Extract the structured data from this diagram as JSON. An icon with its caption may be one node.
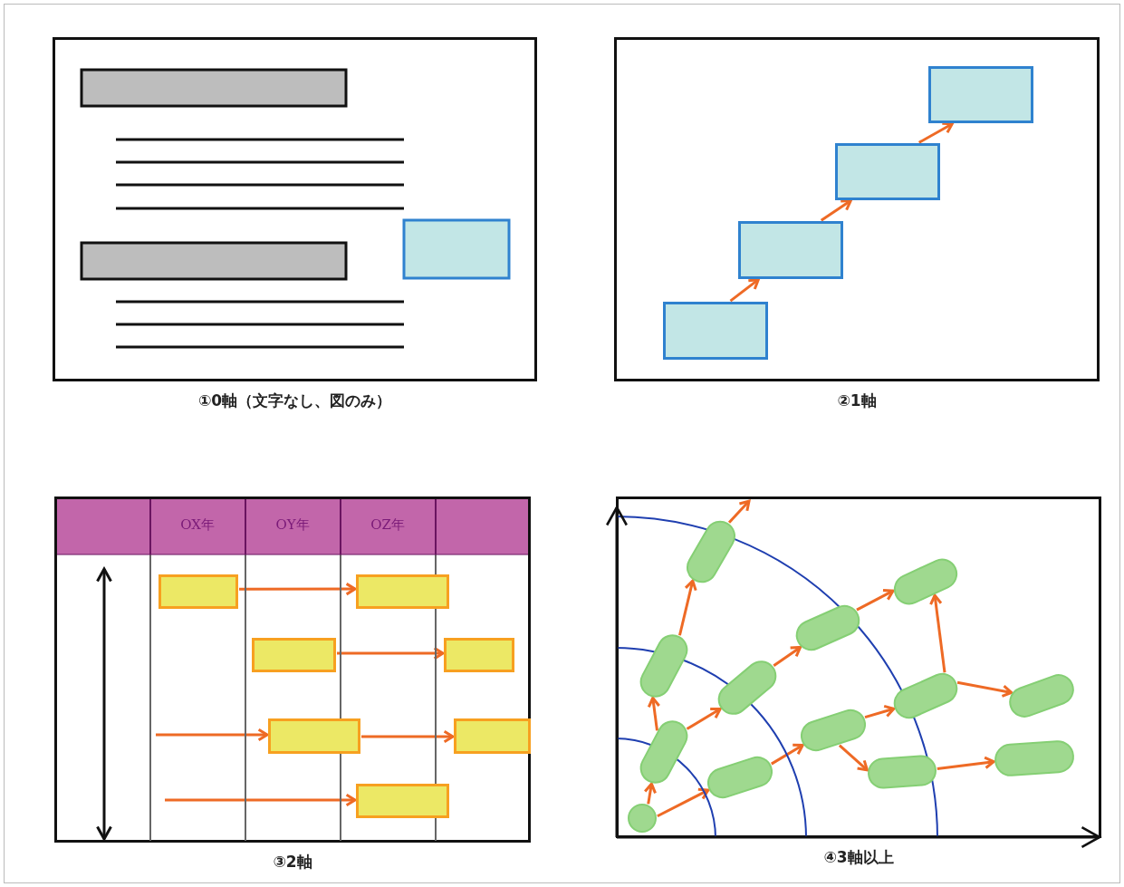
{
  "diagram": {
    "nodes": [
      {
        "text": [
          "①0軸（文字なし、図のみ）"
        ]
      },
      {
        "text": [
          "②1軸"
        ]
      },
      {
        "text": [],
        "shape": "box",
        "in": 1
      },
      {
        "text": [],
        "shape": "box",
        "in": 1
      },
      {
        "text": [],
        "shape": "box",
        "in": 1
      },
      {
        "text": [],
        "shape": "box",
        "in": 1
      },
      {
        "text": [
          "③2軸"
        ]
      },
      {
        "text": [],
        "shape": "box",
        "in": 6
      },
      {
        "text": [],
        "shape": "box",
        "in": 6
      },
      {
        "text": [],
        "shape": "box",
        "in": 6
      },
      {
        "text": [],
        "shape": "box",
        "in": 6
      },
      {
        "text": [],
        "shape": "box",
        "in": 6
      },
      {
        "text": [],
        "shape": "box",
        "in": 6
      },
      {
        "text": [],
        "shape": "box",
        "in": 6
      },
      {
        "text": [
          "④3軸以上"
        ]
      },
      {
        "text": [],
        "shape": "circle",
        "in": 14
      },
      {
        "text": [],
        "shape": "pill",
        "in": 14
      },
      {
        "text": [],
        "shape": "pill",
        "in": 14
      },
      {
        "text": [],
        "shape": "pill",
        "in": 14
      },
      {
        "text": [],
        "shape": "pill",
        "in": 14
      },
      {
        "text": [],
        "shape": "pill",
        "in": 14
      },
      {
        "text": [],
        "shape": "pill",
        "in": 14
      },
      {
        "text": [],
        "shape": "pill",
        "in": 14
      },
      {
        "text": [],
        "shape": "pill",
        "in": 14
      },
      {
        "text": [],
        "shape": "pill",
        "in": 14
      },
      {
        "text": [],
        "shape": "pill",
        "in": 14
      },
      {
        "text": [],
        "shape": "pill",
        "in": 14
      },
      {
        "text": [],
        "shape": "pill",
        "in": 14
      }
    ],
    "edges": [
      {
        "from": 2,
        "to": 3,
        "arrow": "to"
      },
      {
        "from": 3,
        "to": 4,
        "arrow": "to"
      },
      {
        "from": 4,
        "to": 5,
        "arrow": "to"
      },
      {
        "from": 7,
        "to": 8,
        "arrow": "to"
      },
      {
        "from": 9,
        "to": 10,
        "arrow": "to"
      },
      {
        "from": null,
        "to": 11,
        "arrow": "to"
      },
      {
        "from": 11,
        "to": 12,
        "arrow": "to"
      },
      {
        "from": null,
        "to": 13,
        "arrow": "to"
      },
      {
        "from": 15,
        "to": 16,
        "arrow": "to"
      },
      {
        "from": 15,
        "to": 20,
        "arrow": "to"
      },
      {
        "from": 16,
        "to": 17,
        "arrow": "to"
      },
      {
        "from": 16,
        "to": 19,
        "arrow": "to"
      },
      {
        "from": 17,
        "to": 18,
        "arrow": "to"
      },
      {
        "from": 18,
        "to": null,
        "arrow": "to"
      },
      {
        "from": 19,
        "to": 21,
        "arrow": "to"
      },
      {
        "from": 21,
        "to": 23,
        "arrow": "to"
      },
      {
        "from": 20,
        "to": 22,
        "arrow": "to"
      },
      {
        "from": 22,
        "to": 24,
        "arrow": "to"
      },
      {
        "from": 22,
        "to": 25,
        "arrow": "to"
      },
      {
        "from": 24,
        "to": 23,
        "arrow": "to"
      },
      {
        "from": 24,
        "to": 26,
        "arrow": "to"
      },
      {
        "from": 25,
        "to": 27,
        "arrow": "to"
      }
    ],
    "labels": [
      "OX年",
      "OY年",
      "OZ年"
    ]
  }
}
